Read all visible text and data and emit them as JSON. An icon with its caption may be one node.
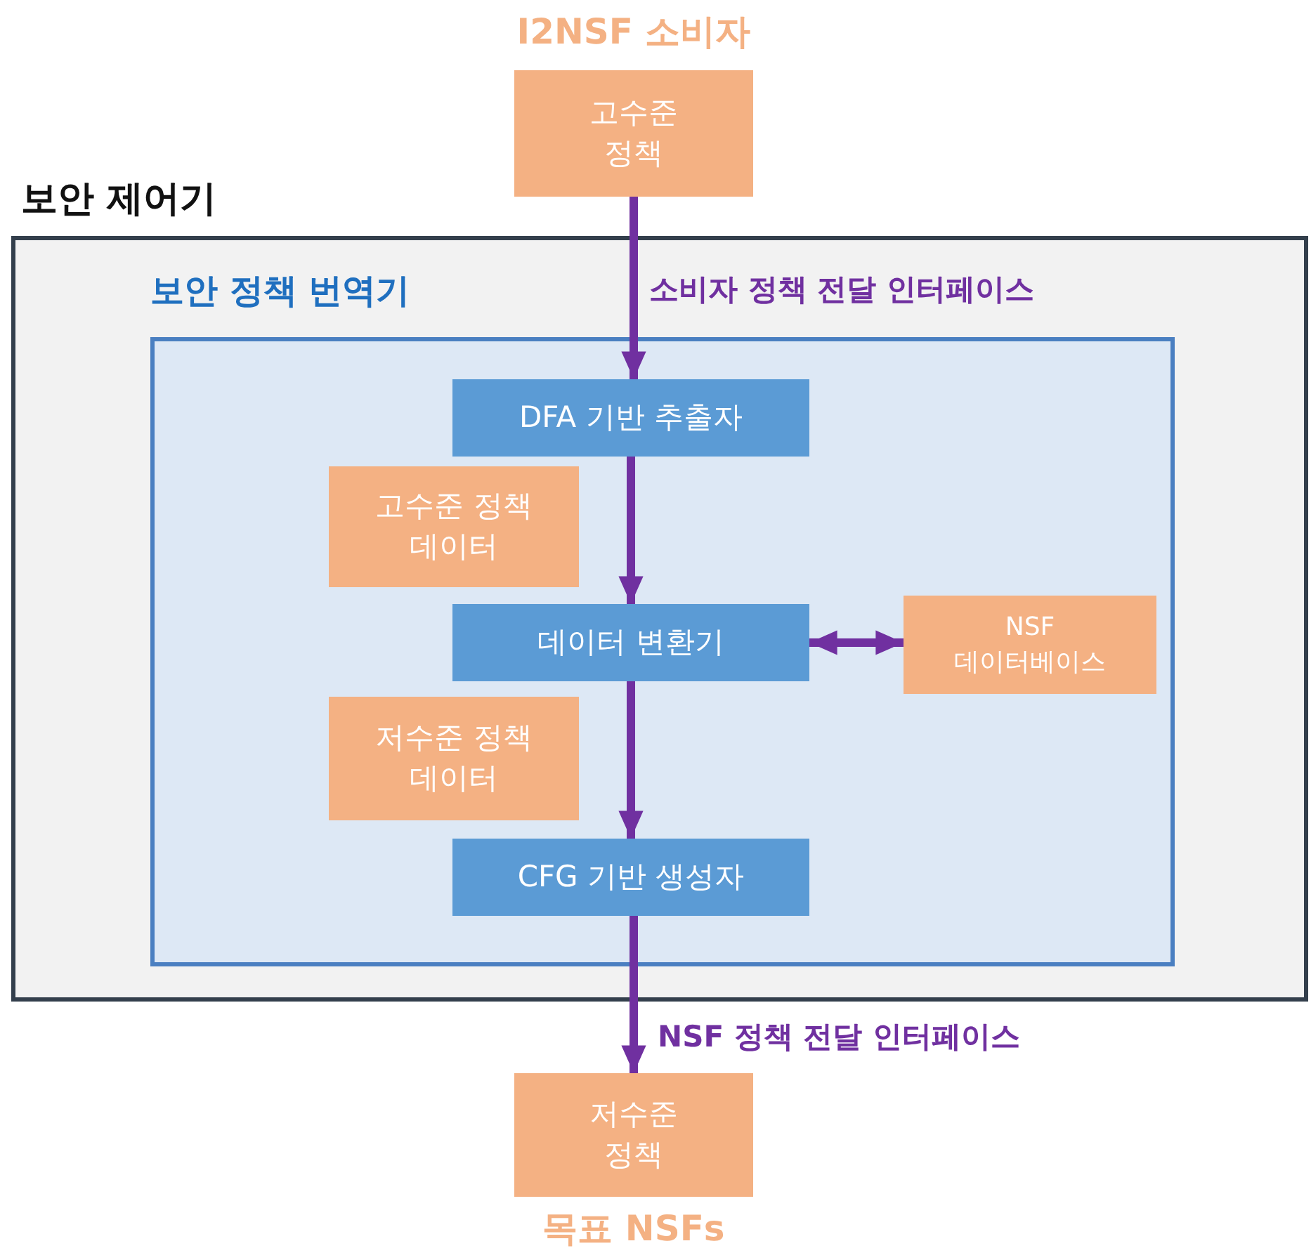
{
  "diagram": {
    "nodes": [
      {
        "text": [
          "고수준 정책"
        ],
        "beside": [
          "I2NSF 소비자"
        ]
      },
      {
        "text": [
          "보안 제어기"
        ]
      },
      {
        "text": [
          "보안 정책 번역기"
        ],
        "in": 1
      },
      {
        "text": [
          "DFA 기반 추출자"
        ],
        "in": 2
      },
      {
        "text": [
          "고수준 정책 데이터"
        ],
        "in": 2
      },
      {
        "text": [
          "데이터 변환기"
        ],
        "in": 2
      },
      {
        "text": [
          "NSF 데이터베이스"
        ],
        "in": 2
      },
      {
        "text": [
          "저수준 정책 데이터"
        ],
        "in": 2
      },
      {
        "text": [
          "CFG 기반 생성자"
        ],
        "in": 2
      },
      {
        "text": [
          "저수준 정책"
        ],
        "beside": [
          "목표 NSFs"
        ]
      }
    ],
    "edges": [
      {
        "from": 0,
        "to": 3,
        "arrow": "to",
        "label": "소비자 정책 전달 인터페이스"
      },
      {
        "from": 3,
        "to": 5,
        "arrow": "to"
      },
      {
        "from": 5,
        "to": 6,
        "arrow": "both"
      },
      {
        "from": 5,
        "to": 8,
        "arrow": "to"
      },
      {
        "from": 8,
        "to": 9,
        "arrow": "to",
        "label": "NSF 정책 전달 인터페이스"
      }
    ]
  }
}
